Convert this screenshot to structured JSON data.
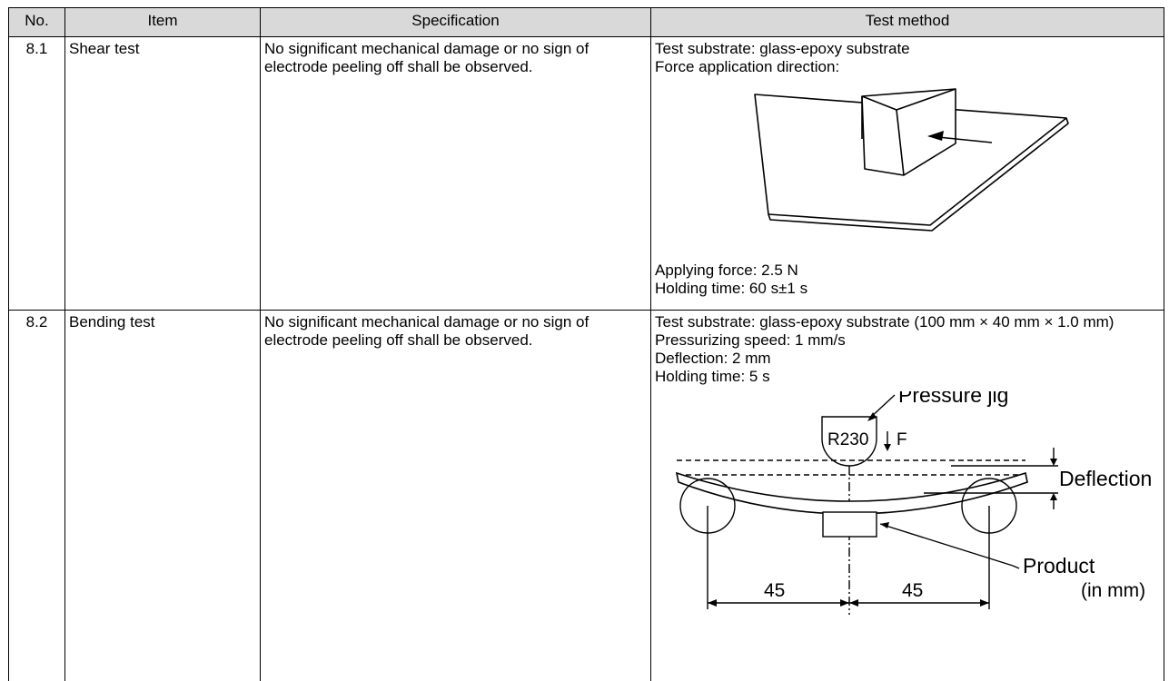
{
  "headers": [
    "No.",
    "Item",
    "Specification",
    "Test method"
  ],
  "rows": [
    {
      "no": "8.1",
      "item": "Shear test",
      "specification": "No significant mechanical damage or no sign of electrode peeling off shall be observed.",
      "method_top": [
        "Test substrate: glass-epoxy substrate",
        "Force application direction:"
      ],
      "method_bottom": [
        "Applying force: 2.5 N",
        "Holding time: 60 s±1 s"
      ]
    },
    {
      "no": "8.2",
      "item": "Bending test",
      "specification": "No significant mechanical damage or no sign of electrode peeling off shall be observed.",
      "method_top": [
        "Test substrate: glass-epoxy substrate (100 mm × 40 mm × 1.0 mm)",
        "Pressurizing speed: 1 mm/s",
        "Deflection: 2 mm",
        "Holding time: 5 s"
      ],
      "diagram": {
        "pressure_jig_label": "Pressure jig",
        "radius_label": "R230",
        "force_label": "F",
        "deflection_label": "Deflection",
        "product_label": "Product",
        "unit_label": "(in mm)",
        "span_left": "45",
        "span_right": "45"
      }
    }
  ]
}
